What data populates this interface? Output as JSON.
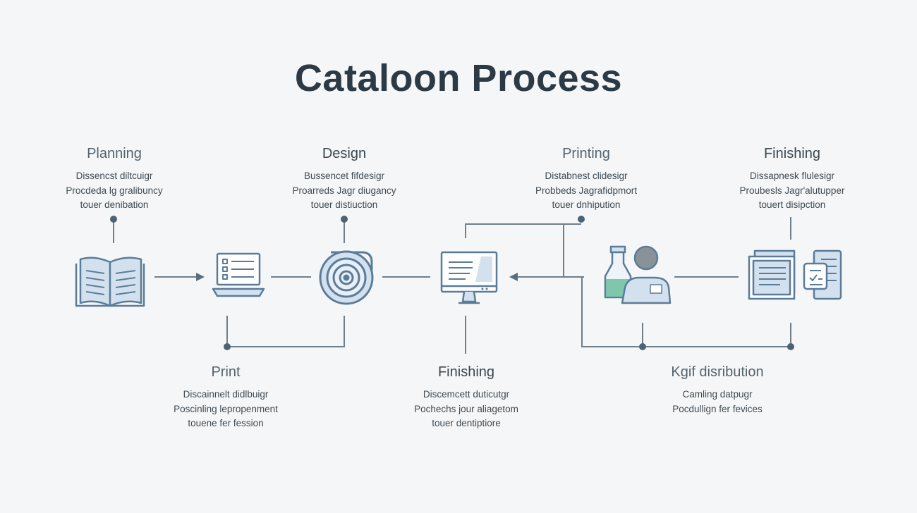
{
  "title": "Cataloon Process",
  "stages_top": [
    {
      "label": "Planning",
      "lines": [
        "Dissencst diltcuigr",
        "Procdeda lg gralibuncy",
        "touer denibation"
      ]
    },
    {
      "label": "Design",
      "lines": [
        "Bussencet fifdesigr",
        "Proarreds Jagr diugancy",
        "touer distiuction"
      ]
    },
    {
      "label": "Printing",
      "lines": [
        "Distabnest clidesigr",
        "Probbeds Jagrafidpmort",
        "touer dnhipution"
      ]
    },
    {
      "label": "Finishing",
      "lines": [
        "Dissapnesk flulesigr",
        "Proubesls Jagr'alutupper",
        "touert disipction"
      ]
    }
  ],
  "stages_bottom": [
    {
      "label": "Print",
      "lines": [
        "Discainnelt didlbuigr",
        "Poscinling lepropenment",
        "touene fer fession"
      ]
    },
    {
      "label": "Finishing",
      "lines": [
        "Discemcett duticutgr",
        "Pochechs jour aliagetom",
        "touer dentiptiore"
      ]
    },
    {
      "label": "Kgif disribution",
      "lines": [
        "Camling datpugr",
        "Pocdullign fer fevices"
      ]
    }
  ],
  "icons": [
    "open-book-icon",
    "laptop-checklist-icon",
    "spiral-seal-icon",
    "desktop-monitor-icon",
    "bottle-person-icon",
    "documents-stack-icon"
  ],
  "colors": {
    "title": "#2c3a45",
    "line": "#6f7f8b",
    "icon_stroke": "#5b7c99",
    "icon_fill": "#d3e1ee",
    "accent_green": "#7fc6ad",
    "accent_gray": "#8a9299"
  }
}
